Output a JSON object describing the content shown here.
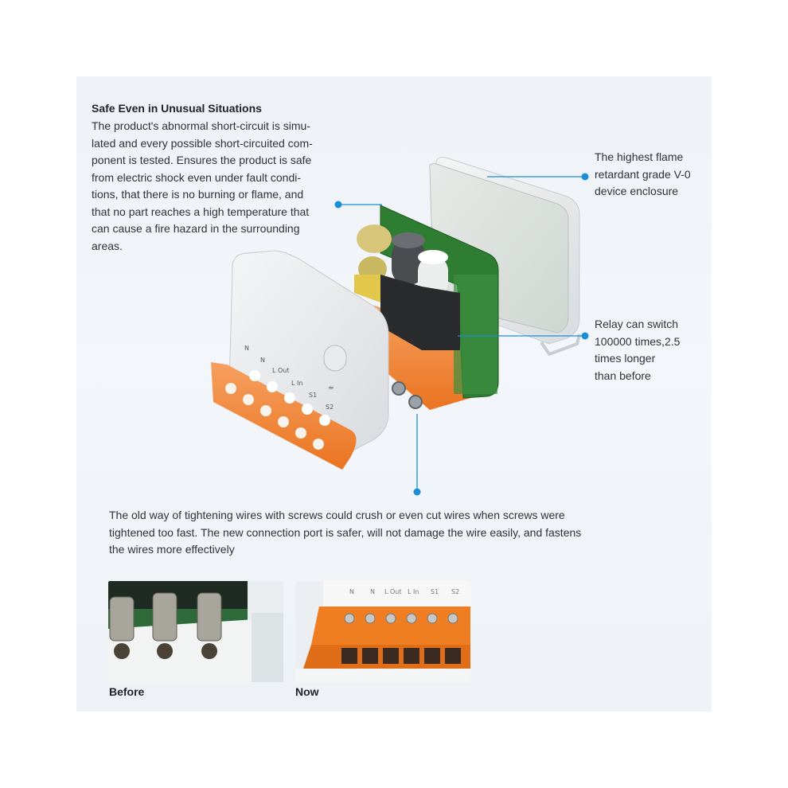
{
  "top_note": {
    "heading": "Safe Even in Unusual Situations",
    "lines": [
      "The product's abnormal short-circuit is simu-",
      "lated and every possible short-circuited com-",
      "ponent is tested. Ensures the product is safe",
      "from electric shock even under fault condi-",
      "tions, that there is no burning or flame, and",
      "that no part reaches a high temperature that",
      "can cause a fire hazard in the surrounding",
      "areas."
    ]
  },
  "callout_enclosure": [
    "The highest flame",
    "retardant grade V-0",
    "device enclosure"
  ],
  "callout_relay": [
    "Relay can switch",
    "100000 times,2.5",
    "times longer",
    "than before"
  ],
  "port_note": [
    "The old way of tightening wires with screws could crush or even cut wires when screws were",
    "tightened too fast. The new connection port is safer, will not damage the wire easily, and fastens",
    "the wires more effectively"
  ],
  "terminal_labels": [
    "N",
    "N",
    "L Out",
    "L In",
    "S1",
    "S2"
  ],
  "photos": {
    "before_caption": "Before",
    "now_caption": "Now"
  },
  "colors": {
    "accent_blue": "#1a8fd6",
    "terminal_orange": "#ef7d22",
    "pcb_green": "#2f7d32"
  }
}
